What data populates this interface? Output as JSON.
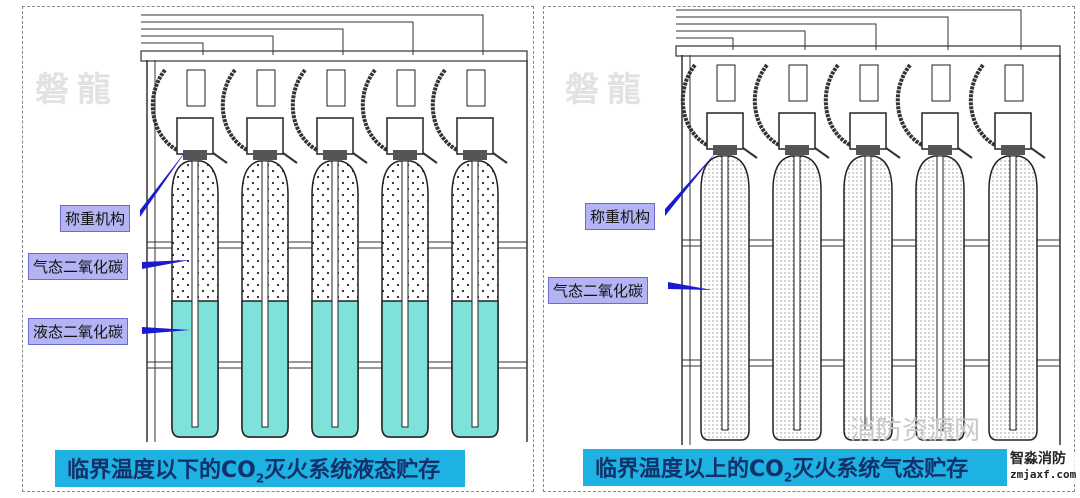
{
  "watermark": "磐龍",
  "left": {
    "labels": [
      "称重机构",
      "气态二氧化碳",
      "液态二氧化碳"
    ],
    "caption_pre": "临界温度以下的CO",
    "caption_sub": "2",
    "caption_post": "灭火系统液态贮存",
    "liquid_fill_fraction": 0.5
  },
  "right": {
    "labels": [
      "称重机构",
      "气态二氧化碳"
    ],
    "caption_pre": "临界温度以上的CO",
    "caption_sub": "2",
    "caption_post": "灭火系统气态贮存"
  },
  "overlay": {
    "brand": "消防资源网",
    "logo_name": "智淼消防",
    "logo_url": "zmjaxf.com"
  },
  "colors": {
    "liquid": "#7fe2da",
    "caption_bg": "#1eb2e2",
    "label_bg": "#b4b4f4",
    "pointer": "#1a1ad0"
  }
}
